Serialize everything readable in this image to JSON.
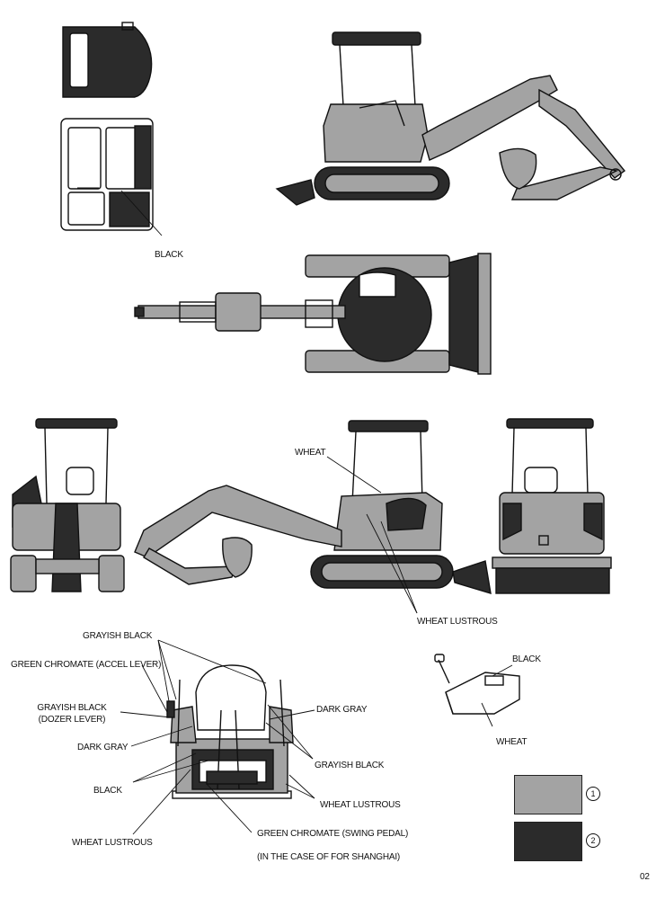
{
  "labels": {
    "cab_black": "BLACK",
    "wheat": "WHEAT",
    "wheat_lustrous_right": "WHEAT LUSTROUS",
    "grayish_black_top": "GRAYISH BLACK",
    "green_chromate_accel": "GREEN CHROMATE  (ACCEL LEVER)",
    "grayish_black_dozer_1": "GRAYISH BLACK",
    "grayish_black_dozer_2": "(DOZER LEVER)",
    "dark_gray_left": "DARK GRAY",
    "black_left": "BLACK",
    "wheat_lustrous_left": "WHEAT LUSTROUS",
    "dark_gray_right": "DARK GRAY",
    "grayish_black_right": "GRAYISH BLACK",
    "wheat_lustrous_bottom": "WHEAT LUSTROUS",
    "green_chromate_swing": "GREEN CHROMATE  (SWING PEDAL)",
    "shanghai_note": "(IN THE CASE OF FOR SHANGHAI)",
    "lever_black": "BLACK",
    "lever_wheat": "WHEAT"
  },
  "legend": [
    {
      "number": "1",
      "color": "#a3a3a3"
    },
    {
      "number": "2",
      "color": "#2b2b2b"
    }
  ],
  "page_number": "02",
  "colors": {
    "wheat_shade": "#a3a3a3",
    "black_shade": "#2b2b2b",
    "line": "#111111"
  }
}
